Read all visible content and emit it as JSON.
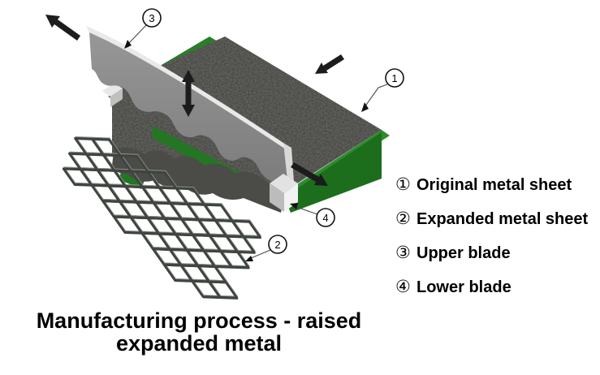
{
  "title": {
    "line1": "Manufacturing process - raised",
    "line2": "expanded metal"
  },
  "legend": {
    "items": [
      {
        "num": "①",
        "label": "Original metal sheet"
      },
      {
        "num": "②",
        "label": "Expanded metal sheet"
      },
      {
        "num": "③",
        "label": "Upper blade"
      },
      {
        "num": "④",
        "label": "Lower blade"
      }
    ]
  },
  "callouts": {
    "original_sheet": "1",
    "expanded_sheet": "2",
    "upper_blade": "3",
    "lower_blade": "4"
  },
  "colors": {
    "background": "#ffffff",
    "green_top": "#2e8b2e",
    "green_front": "#1c6e1c",
    "green_rear": "#2a7d2a",
    "green_left": "#237723",
    "sheet": "#3d3d39",
    "flap": "#4b4b47",
    "blade_face": "#8b8b8b",
    "blade_edge": "#e9e9e9",
    "blade_end": "#d9d9d9",
    "mesh_dark": "#3e443f",
    "mesh_light": "#8a8f88",
    "lower_blade_top": "#e2e2e2",
    "lower_blade_left": "#bcbcbc",
    "lower_blade_right": "#f2f2f2",
    "arrow": "#1c1c1c",
    "text": "#000000"
  }
}
